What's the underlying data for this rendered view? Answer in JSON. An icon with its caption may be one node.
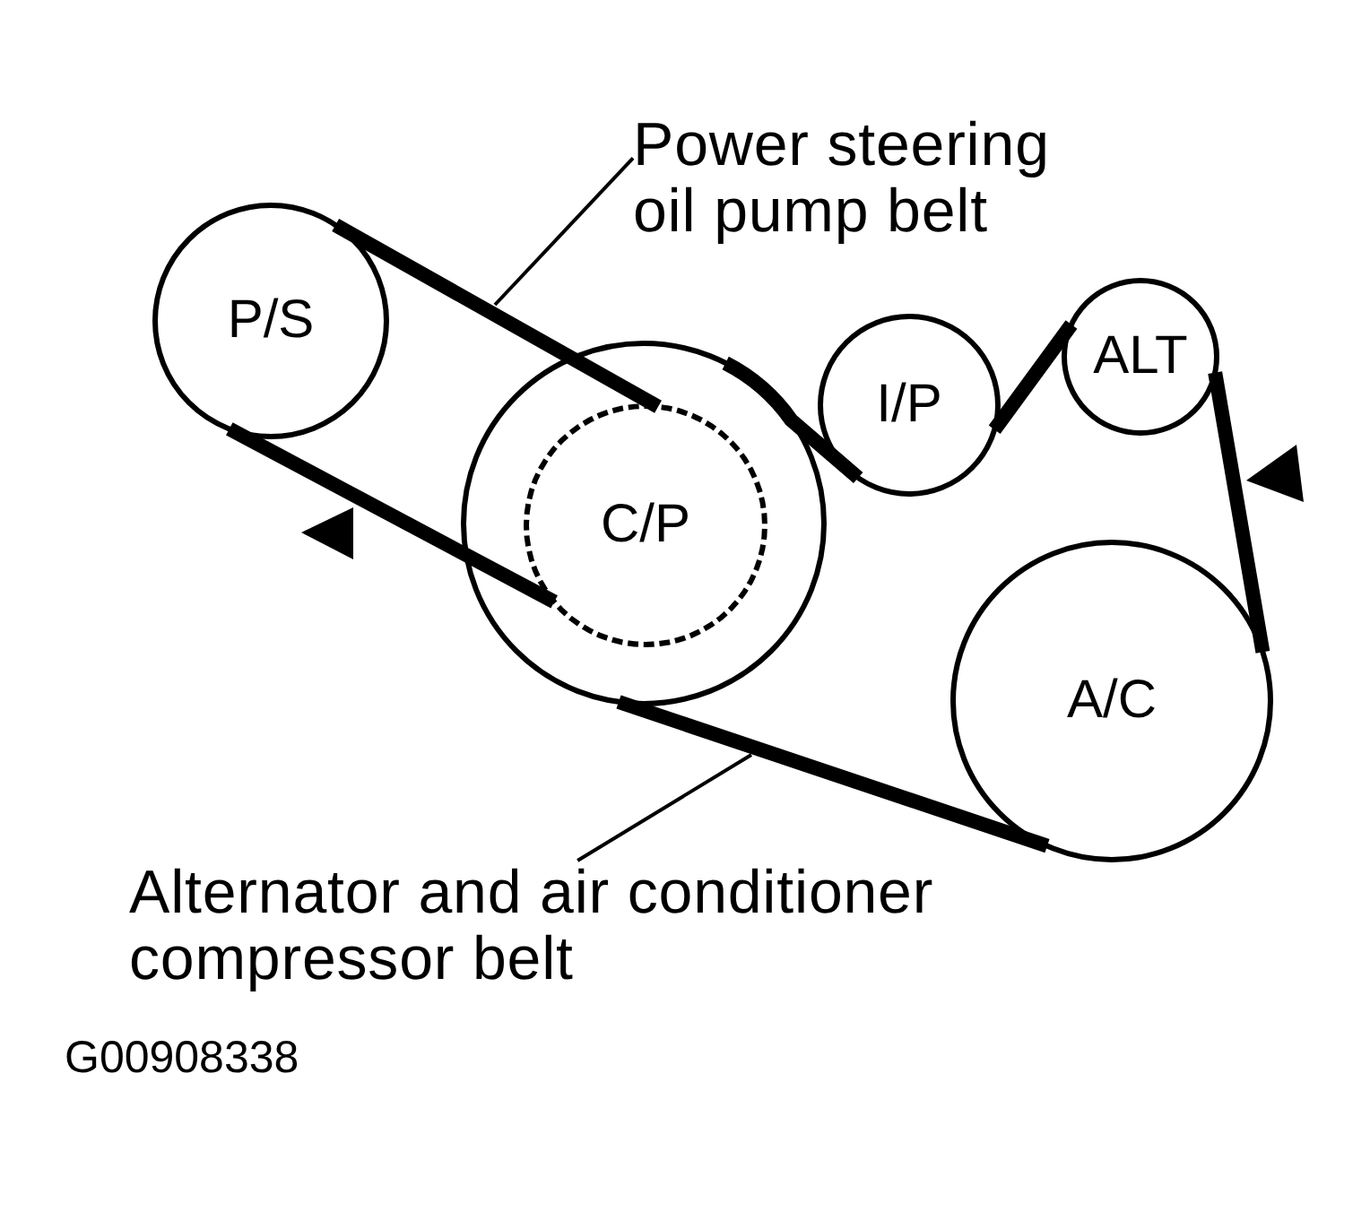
{
  "diagram": {
    "nodes": [
      {
        "text": [
          "Power steering oil pump belt"
        ]
      },
      {
        "text": [
          "P/S"
        ]
      },
      {
        "text": [],
        "shape": "circle"
      },
      {
        "text": [
          "C/P"
        ],
        "in": 2
      },
      {
        "text": [
          "I/P"
        ]
      },
      {
        "text": [
          "ALT"
        ]
      },
      {
        "text": [
          "A/C"
        ]
      },
      {
        "text": [
          "Alternator and air conditioner compressor belt"
        ]
      }
    ],
    "edges": [
      {
        "from": 1,
        "to": 3,
        "arrow": "none"
      },
      {
        "from": 1,
        "to": 3,
        "arrow": "none"
      },
      {
        "from": 2,
        "to": 4,
        "arrow": "none"
      },
      {
        "from": 4,
        "to": 5,
        "arrow": "none"
      },
      {
        "from": 5,
        "to": 6,
        "arrow": "none"
      },
      {
        "from": 6,
        "to": 2,
        "arrow": "none"
      },
      {
        "from": 0,
        "to": null,
        "arrow": "none"
      },
      {
        "from": 7,
        "to": null,
        "arrow": "none"
      }
    ],
    "labels": [
      "G00908338"
    ]
  }
}
